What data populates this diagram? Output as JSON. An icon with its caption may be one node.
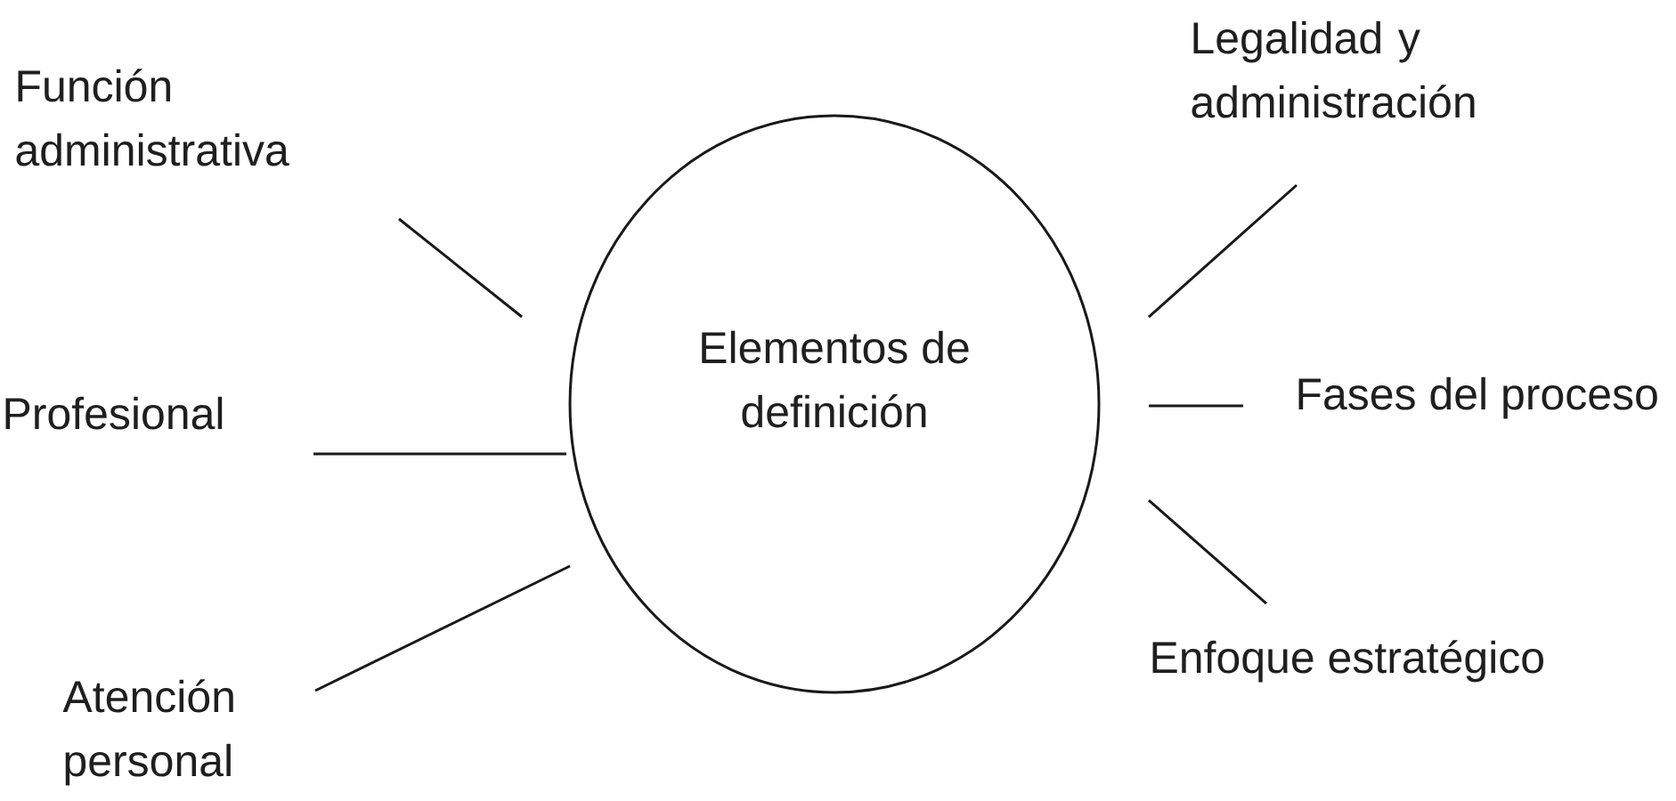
{
  "diagram": {
    "nodes": [
      {
        "text": [
          "Elementos de definición"
        ]
      },
      {
        "text": [
          "Función administrativa"
        ]
      },
      {
        "text": [
          "Profesional"
        ]
      },
      {
        "text": [
          "Atención personal"
        ]
      },
      {
        "text": [
          "Legalidad y administración"
        ]
      },
      {
        "text": [
          "Fases del proceso"
        ]
      },
      {
        "text": [
          "Enfoque estratégico"
        ]
      }
    ],
    "edges": [
      {
        "from": 1,
        "to": 0,
        "arrow": "none"
      },
      {
        "from": 2,
        "to": 0,
        "arrow": "none"
      },
      {
        "from": 3,
        "to": 0,
        "arrow": "none"
      },
      {
        "from": 4,
        "to": 0,
        "arrow": "none"
      },
      {
        "from": 5,
        "to": 0,
        "arrow": "none"
      },
      {
        "from": 6,
        "to": 0,
        "arrow": "none"
      }
    ]
  }
}
